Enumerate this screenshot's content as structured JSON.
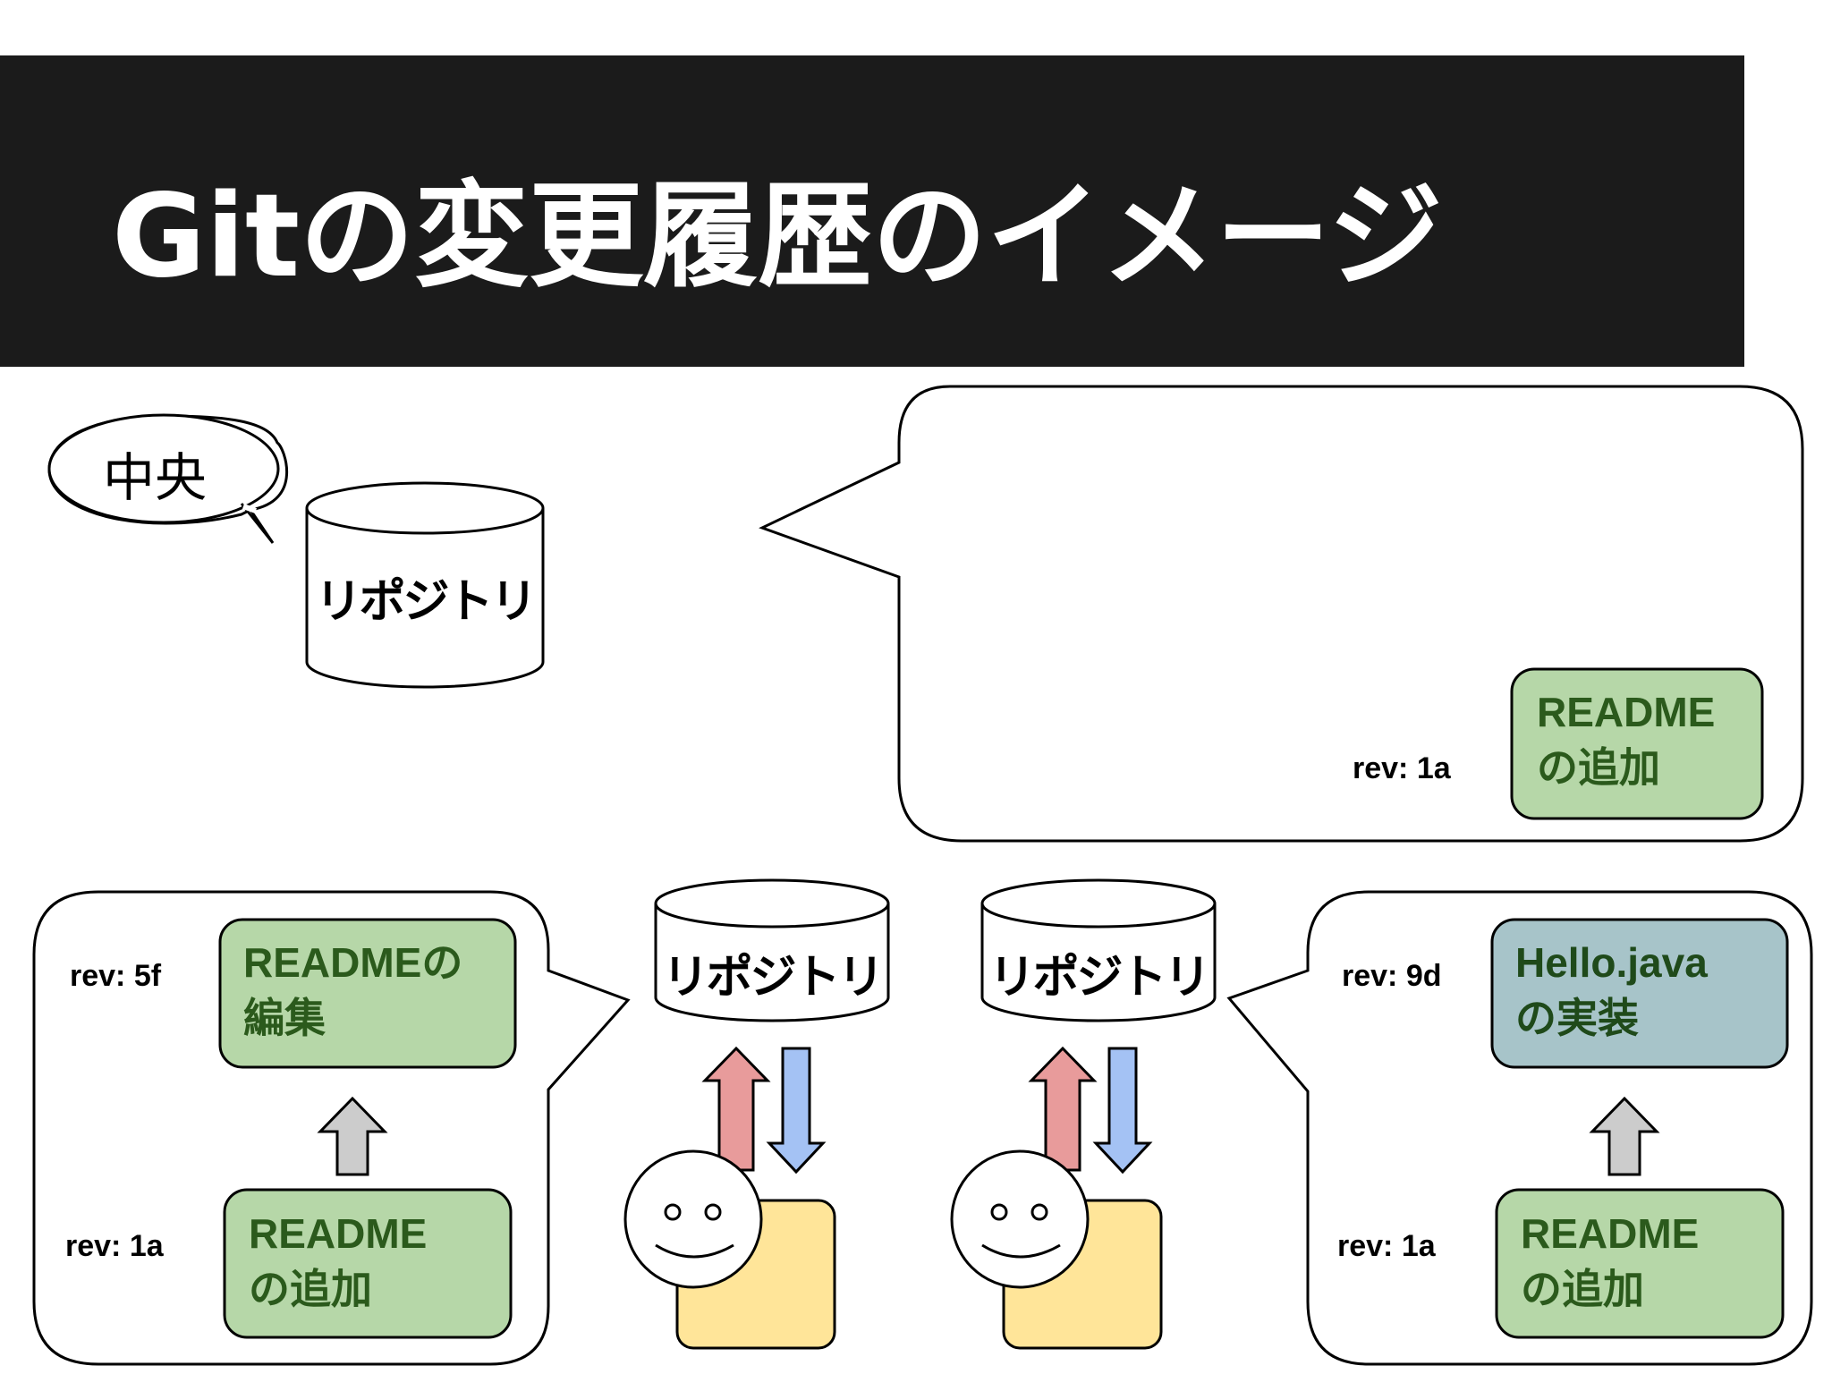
{
  "title": "Gitの変更履歴のイメージ",
  "central": {
    "bubble_label": "中央",
    "repo_label": "リポジトリ",
    "history": [
      {
        "rev": "rev: 1a",
        "text": "README\nの追加"
      }
    ]
  },
  "left_local": {
    "repo_label": "リポジトリ",
    "history": [
      {
        "rev": "rev: 5f",
        "text": "READMEの\n編集"
      },
      {
        "rev": "rev: 1a",
        "text": "README\nの追加"
      }
    ]
  },
  "right_local": {
    "repo_label": "リポジトリ",
    "history": [
      {
        "rev": "rev: 9d",
        "text": "Hello.java\nの実装"
      },
      {
        "rev": "rev: 1a",
        "text": "README\nの追加"
      }
    ]
  },
  "colors": {
    "title_bg": "#1b1b1b",
    "card_green": "#b6d7a8",
    "card_blue": "#a7c4c9",
    "arrow_red": "#e89b9b",
    "arrow_blue": "#a4c2f4",
    "arrow_gray": "#cccccc",
    "person_body": "#ffe599"
  }
}
